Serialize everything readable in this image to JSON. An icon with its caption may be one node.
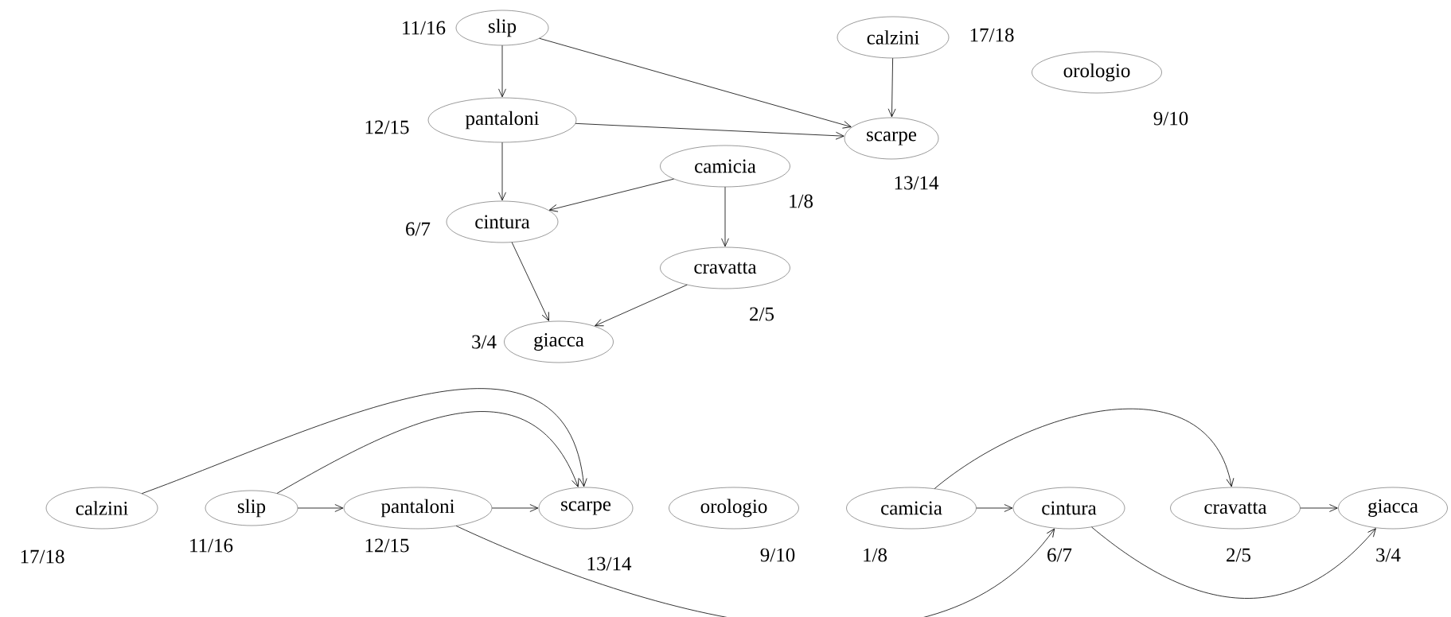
{
  "diagram": {
    "nodes": [
      {
        "text": [
          "slip"
        ],
        "beside": [
          "11/16"
        ]
      },
      {
        "text": [
          "calzini"
        ],
        "beside": [
          "17/18"
        ]
      },
      {
        "text": [
          "orologio"
        ],
        "beside": [
          "9/10"
        ]
      },
      {
        "text": [
          "pantaloni"
        ],
        "beside": [
          "12/15"
        ]
      },
      {
        "text": [
          "scarpe"
        ],
        "beside": [
          "13/14"
        ]
      },
      {
        "text": [
          "camicia"
        ],
        "beside": [
          "1/8"
        ]
      },
      {
        "text": [
          "cintura"
        ],
        "beside": [
          "6/7"
        ]
      },
      {
        "text": [
          "cravatta"
        ],
        "beside": [
          "2/5"
        ]
      },
      {
        "text": [
          "giacca"
        ],
        "beside": [
          "3/4"
        ]
      },
      {
        "text": [
          "calzini"
        ],
        "beside": [
          "17/18"
        ]
      },
      {
        "text": [
          "slip"
        ],
        "beside": [
          "11/16"
        ]
      },
      {
        "text": [
          "pantaloni"
        ],
        "beside": [
          "12/15"
        ]
      },
      {
        "text": [
          "scarpe"
        ],
        "beside": [
          "13/14"
        ]
      },
      {
        "text": [
          "orologio"
        ],
        "beside": [
          "9/10"
        ]
      },
      {
        "text": [
          "camicia"
        ],
        "beside": [
          "1/8"
        ]
      },
      {
        "text": [
          "cintura"
        ],
        "beside": [
          "6/7"
        ]
      },
      {
        "text": [
          "cravatta"
        ],
        "beside": [
          "2/5"
        ]
      },
      {
        "text": [
          "giacca"
        ],
        "beside": [
          "3/4"
        ]
      }
    ],
    "edges": [
      {
        "from": 0,
        "to": 3,
        "arrow": "to"
      },
      {
        "from": 0,
        "to": 4,
        "arrow": "to"
      },
      {
        "from": 1,
        "to": 4,
        "arrow": "to"
      },
      {
        "from": 3,
        "to": 4,
        "arrow": "to"
      },
      {
        "from": 3,
        "to": 6,
        "arrow": "to"
      },
      {
        "from": 5,
        "to": 6,
        "arrow": "to"
      },
      {
        "from": 5,
        "to": 7,
        "arrow": "to"
      },
      {
        "from": 6,
        "to": 8,
        "arrow": "to"
      },
      {
        "from": 7,
        "to": 8,
        "arrow": "to"
      },
      {
        "from": 9,
        "to": 12,
        "arrow": "to"
      },
      {
        "from": 10,
        "to": 12,
        "arrow": "to"
      },
      {
        "from": 10,
        "to": 11,
        "arrow": "to"
      },
      {
        "from": 11,
        "to": 12,
        "arrow": "to"
      },
      {
        "from": 11,
        "to": 15,
        "arrow": "to"
      },
      {
        "from": 14,
        "to": 15,
        "arrow": "to"
      },
      {
        "from": 14,
        "to": 16,
        "arrow": "to"
      },
      {
        "from": 15,
        "to": 17,
        "arrow": "to"
      },
      {
        "from": 16,
        "to": 17,
        "arrow": "to"
      }
    ]
  }
}
